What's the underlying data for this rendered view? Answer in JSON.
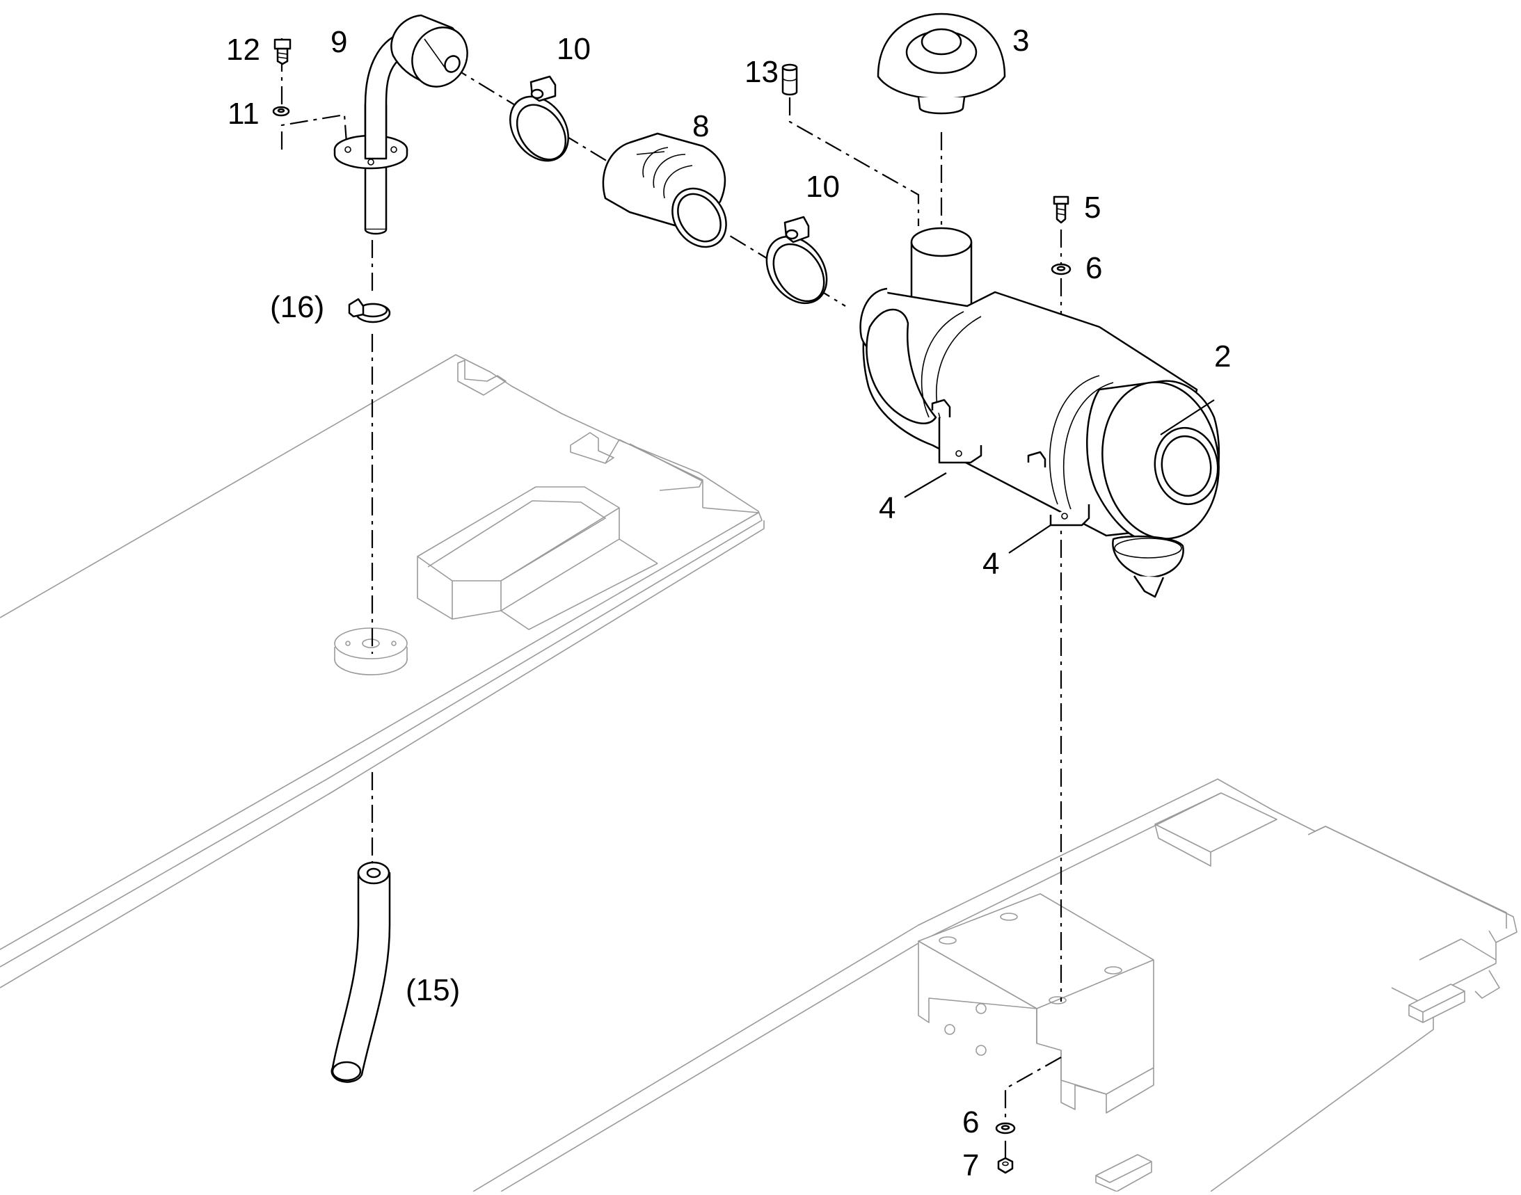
{
  "callouts": {
    "c12": "12",
    "c9": "9",
    "c10a": "10",
    "c11": "11",
    "c8": "8",
    "c13": "13",
    "c3": "3",
    "c10b": "10",
    "c5": "5",
    "c6a": "6",
    "c16": "(16)",
    "c2": "2",
    "c4a": "4",
    "c4b": "4",
    "c15": "(15)",
    "c6b": "6",
    "c7": "7"
  }
}
